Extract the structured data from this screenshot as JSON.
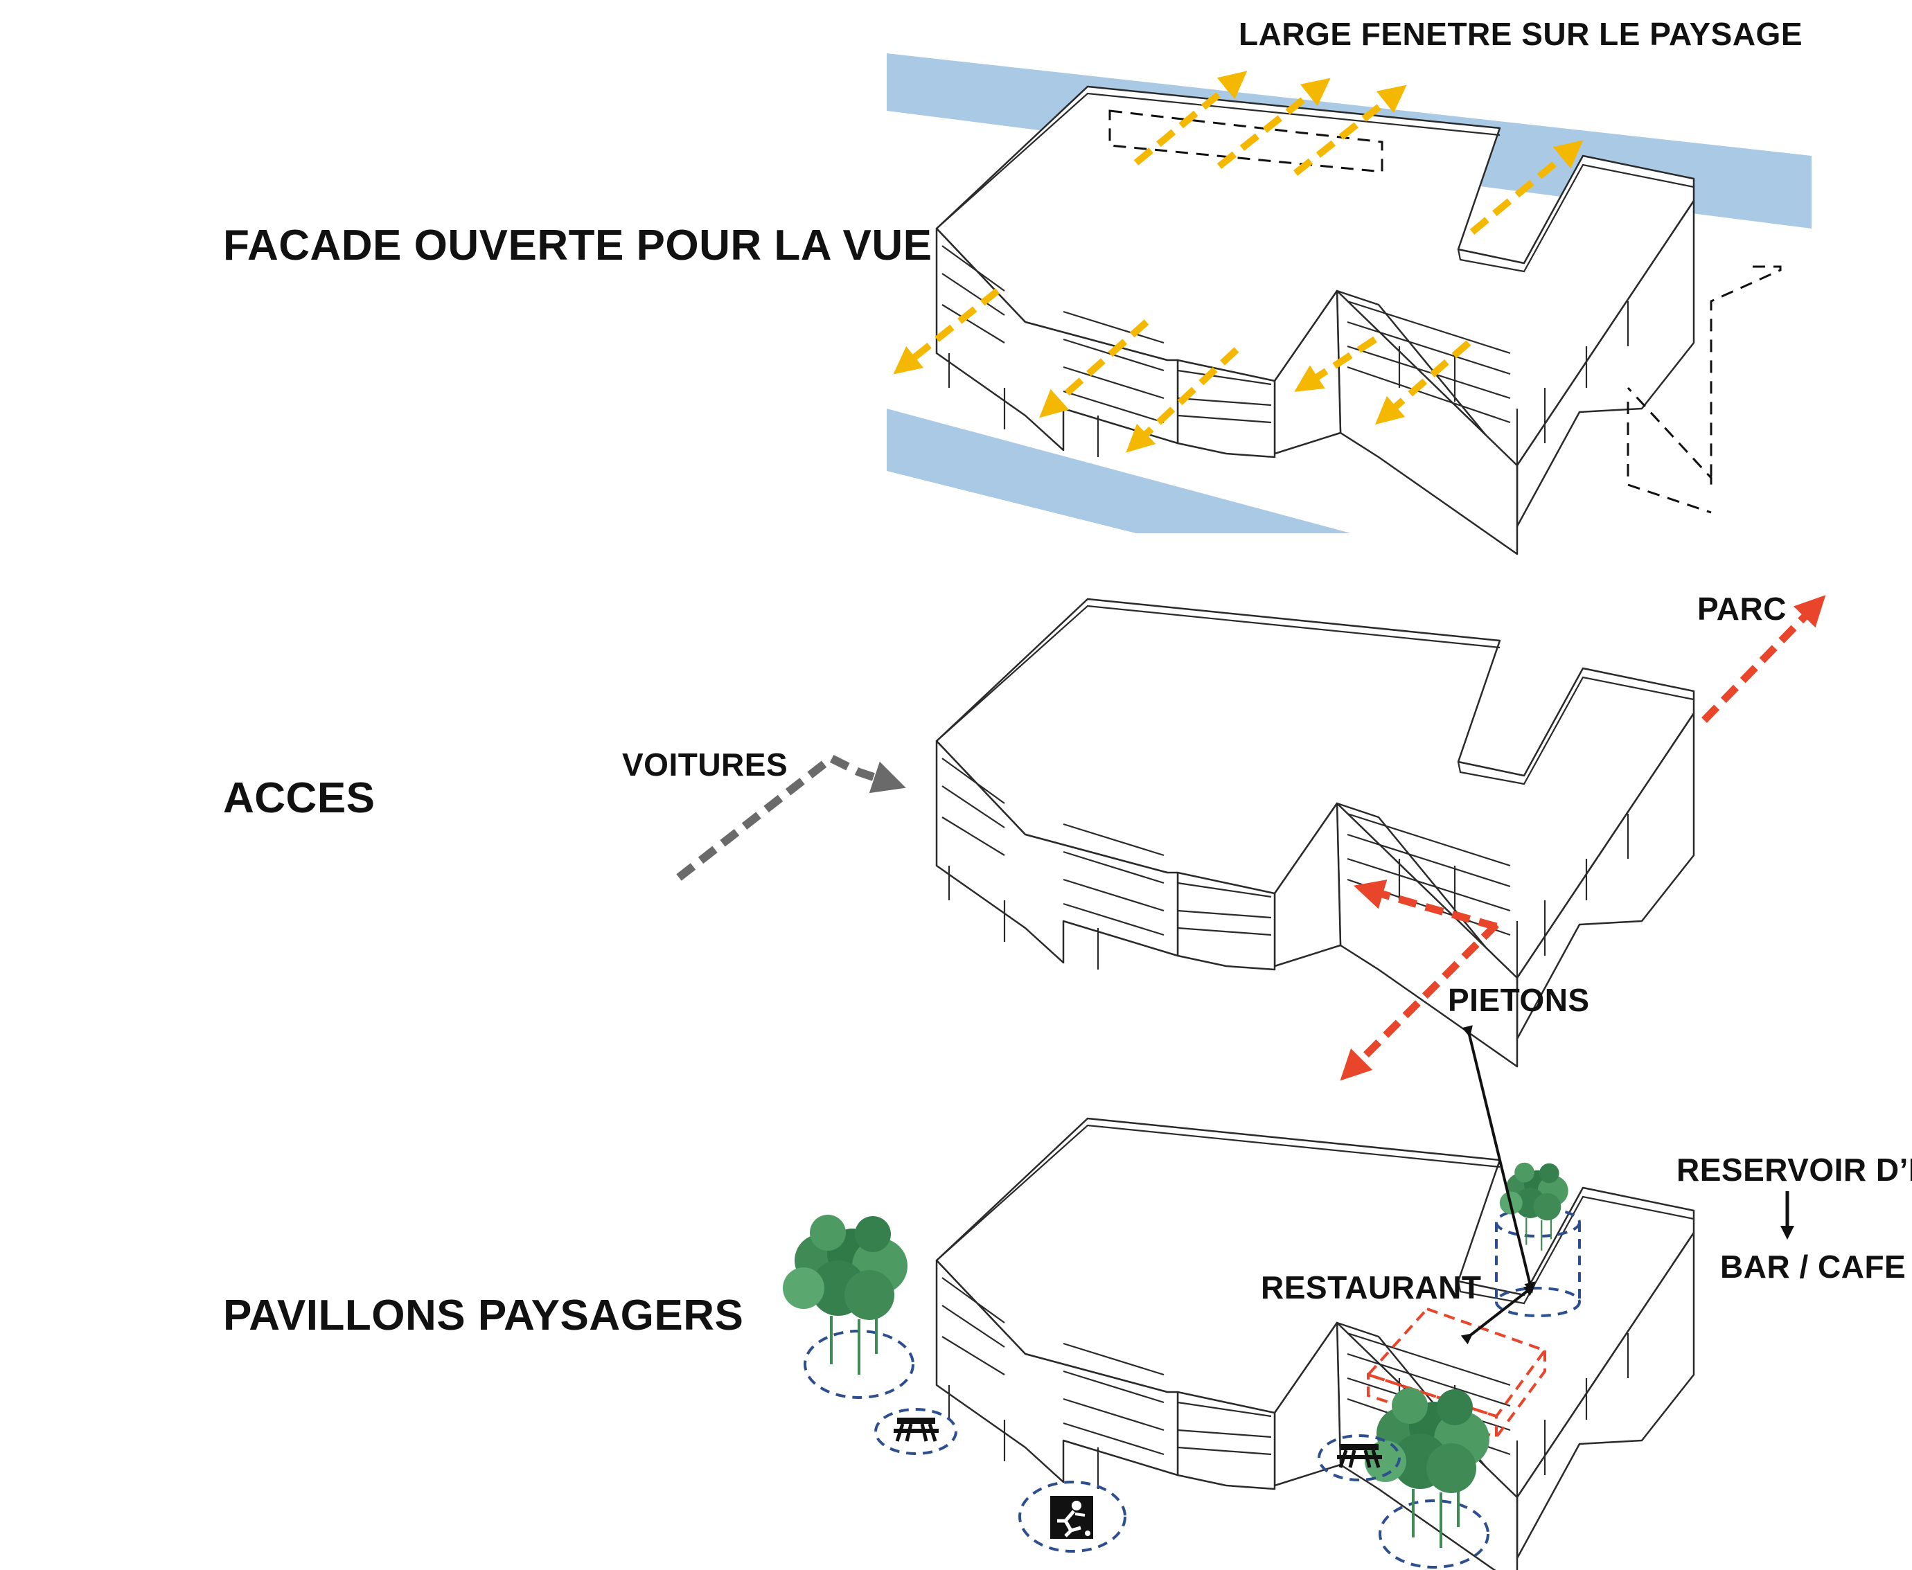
{
  "sections": {
    "views": {
      "title": "FACADE OUVERTE POUR LA VUE",
      "annotation_top": "LARGE FENETRE SUR LE PAYSAGE"
    },
    "access": {
      "title": "ACCES",
      "cars": "VOITURES",
      "park": "PARC",
      "pedestrians": "PIETONS"
    },
    "pavilions": {
      "title": "PAVILLONS PAYSAGERS",
      "restaurant": "RESTAURANT",
      "water_tank": "RESERVOIR D’EAU",
      "bar_cafe": "BAR / CAFE"
    }
  },
  "colors": {
    "landscape_band": "#a9c9e4",
    "view_arrow": "#f5b800",
    "access_red": "#e8452a",
    "car_grey": "#6a6a6a",
    "tree_green": "#3f8a55",
    "circle_blue": "#2e4f8f"
  },
  "icons": [
    "picnic-table-icon",
    "petanque-player-icon",
    "tree-icon"
  ]
}
